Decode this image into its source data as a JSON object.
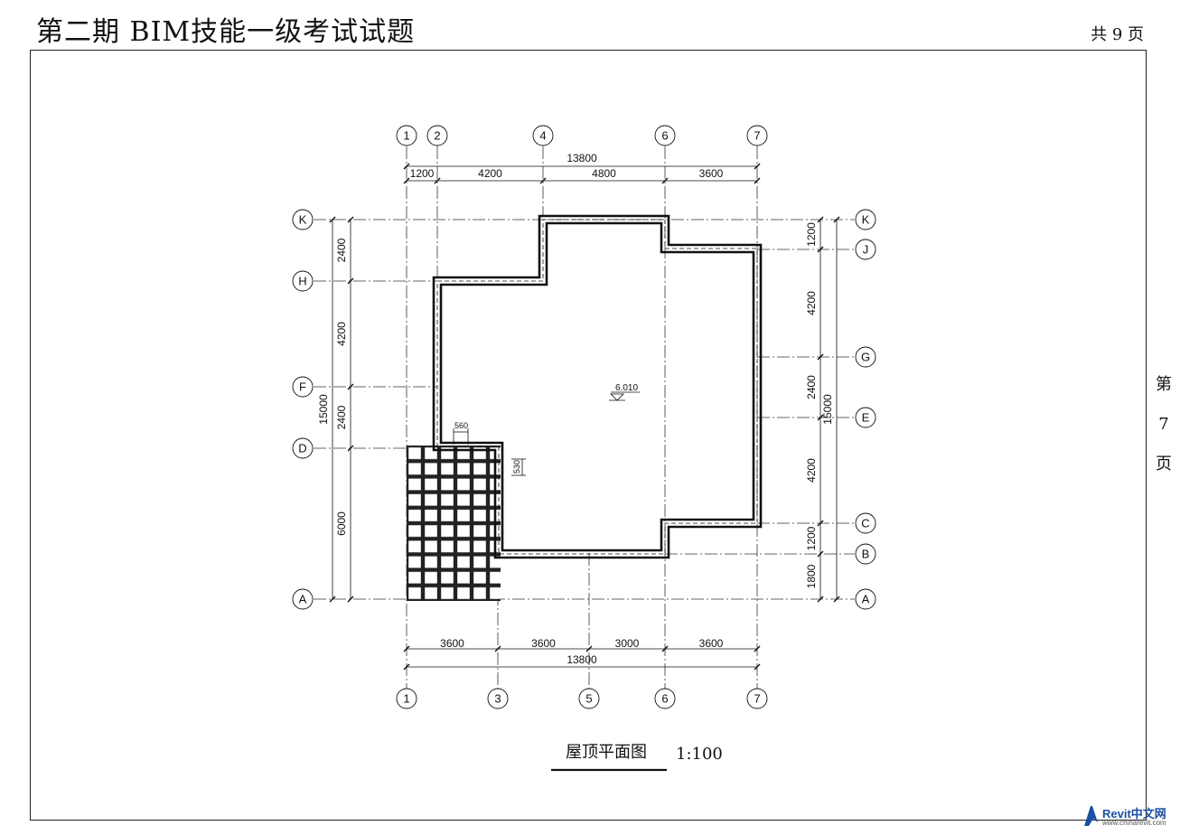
{
  "header": {
    "title": "第二期 BIM技能一级考试试题",
    "page_count": "共 9 页"
  },
  "side_page": [
    "第",
    "7",
    "页"
  ],
  "drawing": {
    "caption": "屋顶平面图",
    "scale": "1:100",
    "elevation": "6.010",
    "top_axes": [
      "1",
      "2",
      "4",
      "6",
      "7"
    ],
    "bottom_axes": [
      "1",
      "3",
      "5",
      "6",
      "7"
    ],
    "left_axes": [
      "K",
      "H",
      "F",
      "D",
      "A"
    ],
    "right_axes": [
      "K",
      "J",
      "G",
      "E",
      "C",
      "B",
      "A"
    ],
    "top_total": "13800",
    "top_dims": [
      "1200",
      "4200",
      "4800",
      "3600"
    ],
    "bottom_total": "13800",
    "bottom_dims": [
      "3600",
      "3600",
      "3000",
      "3600"
    ],
    "left_total": "15000",
    "left_dims": [
      "2400",
      "4200",
      "2400",
      "6000"
    ],
    "right_total": "15000",
    "right_dims": [
      "1200",
      "4200",
      "2400",
      "4200",
      "1200",
      "1800"
    ],
    "detail_dims": [
      "560",
      "530"
    ]
  },
  "logo": {
    "name": "Revit中文网",
    "url": "www.chinarevit.com"
  }
}
